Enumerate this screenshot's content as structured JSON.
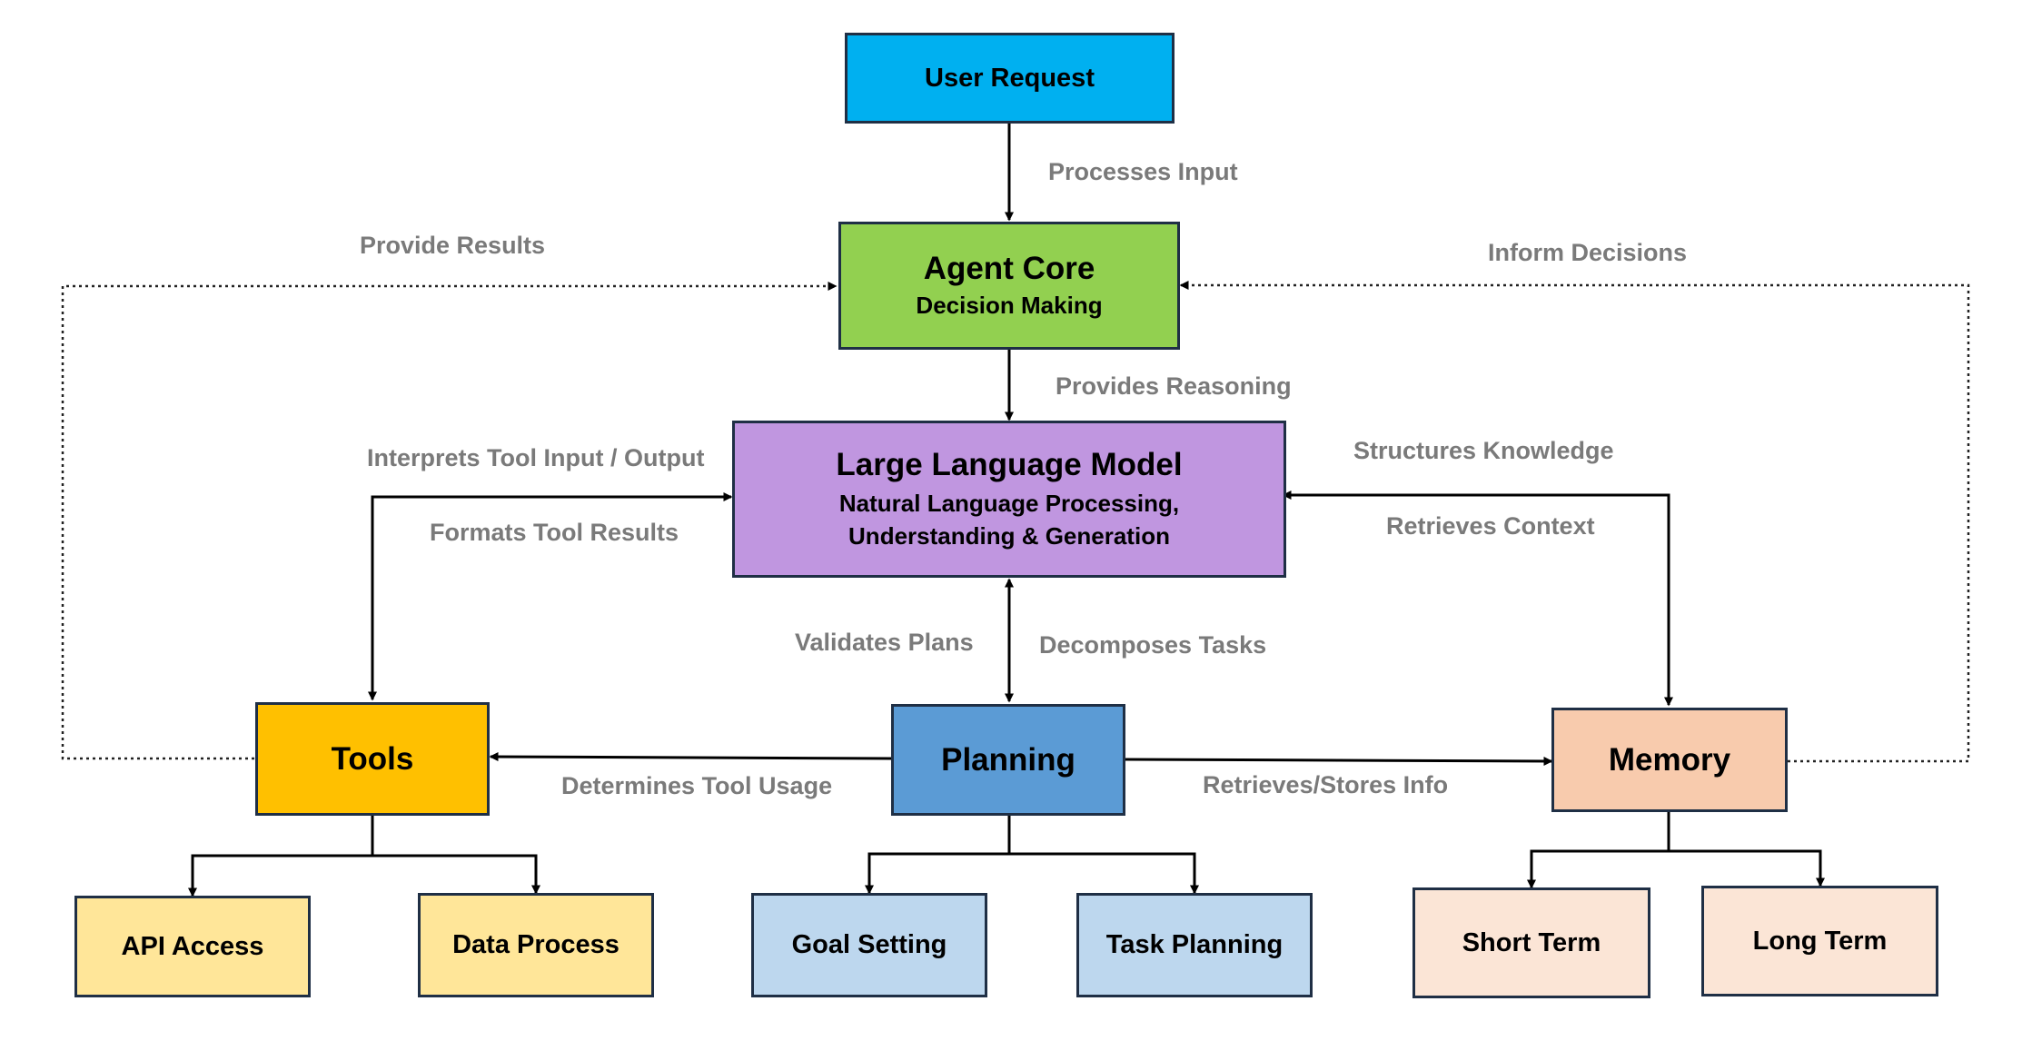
{
  "nodes": {
    "user_request": {
      "title": "User Request",
      "color": "#00b0f0"
    },
    "agent_core": {
      "title": "Agent Core",
      "subtitle": "Decision Making",
      "color": "#92d050"
    },
    "llm": {
      "title": "Large Language Model",
      "line1": "Natural Language Processing,",
      "line2": "Understanding & Generation",
      "color": "#c096e0"
    },
    "tools": {
      "title": "Tools",
      "color": "#ffc000"
    },
    "planning": {
      "title": "Planning",
      "color": "#5b9bd5"
    },
    "memory": {
      "title": "Memory",
      "color": "#f8cbad"
    },
    "api_access": {
      "title": "API Access",
      "color": "#ffe699"
    },
    "data_process": {
      "title": "Data Process",
      "color": "#ffe699"
    },
    "goal_setting": {
      "title": "Goal Setting",
      "color": "#bdd7ee"
    },
    "task_planning": {
      "title": "Task Planning",
      "color": "#bdd7ee"
    },
    "short_term": {
      "title": "Short Term",
      "color": "#fbe5d6"
    },
    "long_term": {
      "title": "Long Term",
      "color": "#fbe5d6"
    }
  },
  "edges": {
    "processes_input": "Processes Input",
    "provide_results": "Provide Results",
    "inform_decisions": "Inform Decisions",
    "provides_reasoning": "Provides Reasoning",
    "interprets_tool_io": "Interprets Tool Input / Output",
    "formats_tool_results": "Formats Tool Results",
    "structures_knowledge": "Structures Knowledge",
    "retrieves_context": "Retrieves Context",
    "validates_plans": "Validates Plans",
    "decomposes_tasks": "Decomposes Tasks",
    "determines_tool_usage": "Determines Tool Usage",
    "retrieves_stores_info": "Retrieves/Stores Info"
  }
}
